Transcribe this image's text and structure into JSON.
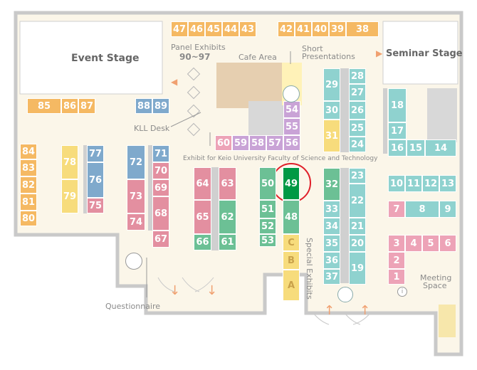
{
  "labels": {
    "event_stage": "Event Stage",
    "seminar_stage": "Seminar Stage",
    "panel_exhibits": "Panel Exhibits",
    "panel_range": "90~97",
    "cafe_area": "Cafe Area",
    "short_pres_1": "Short",
    "short_pres_2": "Presentations",
    "kll_desk": "KLL Desk",
    "faculty_exhibit": "Exhibit for Keio University Faculty of Science and Technology",
    "special_exhibits": "Special Exhibits",
    "questionnaire": "Questionnaire",
    "meeting_1": "Meeting",
    "meeting_2": "Space"
  },
  "colors": {
    "highlight": "#009944",
    "circle": "#e0202a",
    "floor": "#fbf6e9",
    "wall": "#c9c9c9"
  },
  "booths": {
    "b47": "47",
    "b46": "46",
    "b45": "45",
    "b44": "44",
    "b43": "43",
    "b42": "42",
    "b41": "41",
    "b40": "40",
    "b39": "39",
    "b38": "38",
    "b85": "85",
    "b86": "86",
    "b87": "87",
    "b88": "88",
    "b89": "89",
    "b84": "84",
    "b83": "83",
    "b82": "82",
    "b81": "81",
    "b80": "80",
    "b78": "78",
    "b79": "79",
    "b77": "77",
    "b76": "76",
    "b75": "75",
    "b72": "72",
    "b71": "71",
    "b70": "70",
    "b73": "73",
    "b69": "69",
    "b68": "68",
    "b74": "74",
    "b67": "67",
    "b64": "64",
    "b63": "63",
    "b65": "65",
    "b62": "62",
    "b66": "66",
    "b61": "61",
    "b60": "60",
    "b59": "59",
    "b58": "58",
    "b57": "57",
    "b56": "56",
    "b55": "55",
    "b54": "54",
    "b50": "50",
    "b49": "49",
    "b51": "51",
    "b48": "48",
    "b52": "52",
    "b53": "53",
    "bC": "C",
    "bB": "B",
    "bA": "A",
    "b29": "29",
    "b28": "28",
    "b27": "27",
    "b30": "30",
    "b26": "26",
    "b31": "31",
    "b25": "25",
    "b24": "24",
    "b32": "32",
    "b23": "23",
    "b22": "22",
    "b33": "33",
    "b34": "34",
    "b21": "21",
    "b35": "35",
    "b20": "20",
    "b36": "36",
    "b37": "37",
    "b19": "19",
    "b18": "18",
    "b17": "17",
    "b16": "16",
    "b15": "15",
    "b14": "14",
    "b10": "10",
    "b11": "11",
    "b12": "12",
    "b13": "13",
    "b7": "7",
    "b8": "8",
    "b9": "9",
    "b3": "3",
    "b4": "4",
    "b5": "5",
    "b6": "6",
    "b2": "2",
    "b1": "1"
  }
}
